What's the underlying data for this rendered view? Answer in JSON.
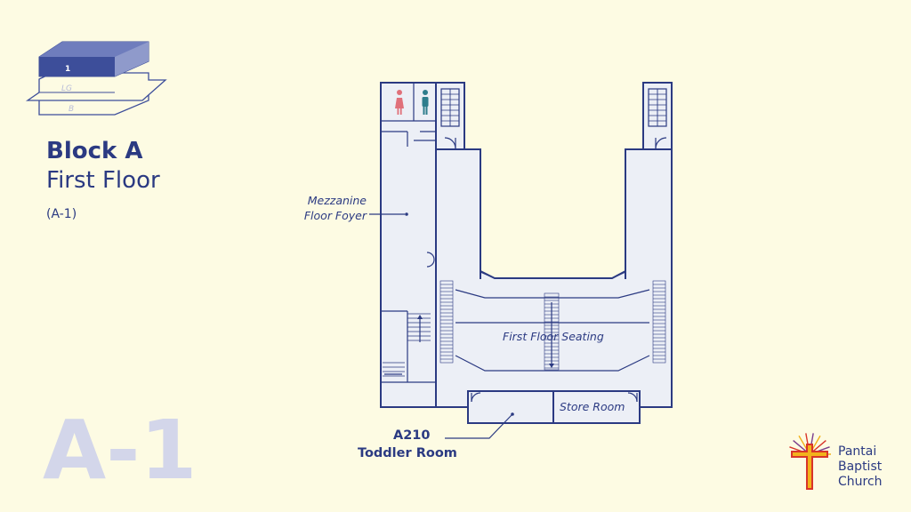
{
  "floor_indicator": {
    "active_floor": "1",
    "floors": [
      "1",
      "LG",
      "B"
    ]
  },
  "heading": {
    "block": "Block A",
    "floor": "First Floor",
    "code": "(A-1)"
  },
  "watermark": "A-1",
  "plan": {
    "labels": {
      "foyer_line1": "Mezzanine",
      "foyer_line2": "Floor Foyer",
      "seating": "First Floor Seating",
      "store": "Store Room",
      "room_code": "A210",
      "room_name": "Toddler Room"
    },
    "restrooms": [
      "female-restroom-icon",
      "male-restroom-icon"
    ]
  },
  "logo": {
    "line1": "Pantai",
    "line2": "Baptist",
    "line3": "Church"
  },
  "colors": {
    "background": "#fdfbe3",
    "primary": "#2b3a82",
    "active_floor": "#3d4e9a",
    "watermark": "#d3d6ea",
    "female": "#e0707a",
    "male": "#2e7d8c",
    "logo_red": "#d8342a",
    "logo_yellow": "#f2b21b",
    "logo_purple": "#7a3c8c"
  }
}
